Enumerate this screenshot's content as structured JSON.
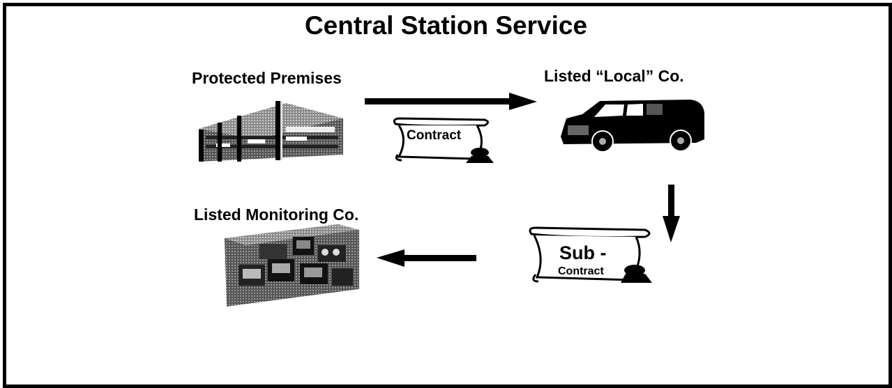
{
  "title": "Central Station Service",
  "nodes": {
    "premises": {
      "label": "Protected  Premises",
      "icon": "building-icon"
    },
    "local": {
      "label": "Listed  “Local” Co.",
      "icon": "van-icon"
    },
    "monitoring": {
      "label": "Listed Monitoring Co.",
      "icon": "monitoring-equipment-icon"
    }
  },
  "documents": {
    "contract": {
      "label": "Contract",
      "icon": "scroll-icon"
    },
    "subcontract": {
      "line1": "Sub -",
      "line2": "Contract",
      "icon": "scroll-icon"
    }
  },
  "colors": {
    "ink": "#000000",
    "background": "#ffffff"
  }
}
